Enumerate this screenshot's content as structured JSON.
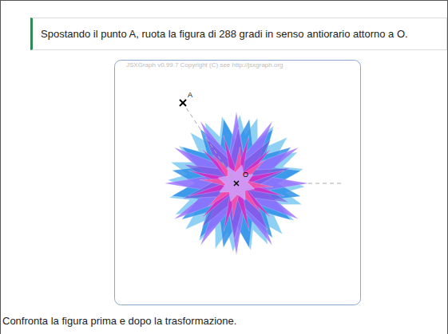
{
  "diagram": {
    "nodes": [
      {
        "text": [
          "Spostando il punto A, ruota la figura di 288 gradi in senso antiorario attorno a O."
        ]
      }
    ],
    "labels": [
      "JSXGraph v0.99.7 Copyright (C) see http://jsxgraph.org",
      "A",
      "O",
      "Confronta la figura prima e dopo la trasformazione."
    ]
  }
}
